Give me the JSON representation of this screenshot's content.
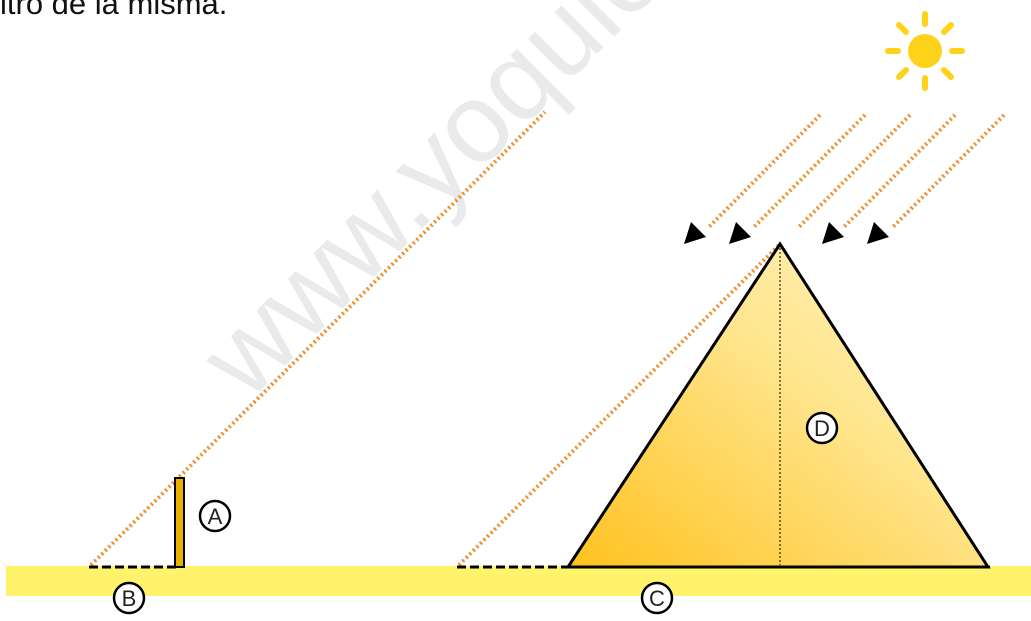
{
  "caption": "itro de la misma.",
  "watermark": "www.yoquieroa",
  "labels": {
    "a": "A",
    "b": "B",
    "c": "C",
    "d": "D"
  },
  "icons": {
    "sun": "sun-icon"
  },
  "colors": {
    "ground": "#fff36b",
    "sun": "#ffd21a",
    "ray": "#f08c2c",
    "stick": "#e8b100",
    "pyramid_light": "#fff4b8",
    "pyramid_dark": "#ffc21e",
    "outline": "#000000"
  }
}
